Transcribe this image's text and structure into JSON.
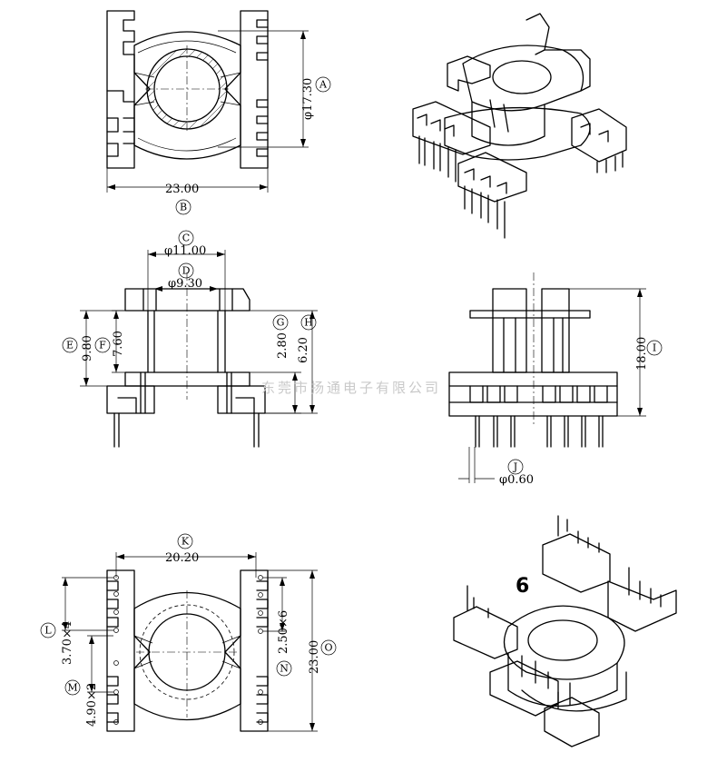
{
  "dimensions": {
    "A": {
      "tag": "A",
      "text": "φ17.30"
    },
    "B": {
      "tag": "B",
      "text": "23.00"
    },
    "C": {
      "tag": "C",
      "text": "φ11.00"
    },
    "D": {
      "tag": "D",
      "text": "φ9.30"
    },
    "E": {
      "tag": "E",
      "text": "9.80"
    },
    "F": {
      "tag": "F",
      "text": "7.60"
    },
    "G": {
      "tag": "G",
      "text": "2.80"
    },
    "H": {
      "tag": "H",
      "text": "6.20"
    },
    "I": {
      "tag": "I",
      "text": "18.00"
    },
    "J": {
      "tag": "J",
      "text": "φ0.60"
    },
    "K": {
      "tag": "K",
      "text": "20.20"
    },
    "L": {
      "tag": "L",
      "text": "3.70×4"
    },
    "M": {
      "tag": "M",
      "text": "4.90×2"
    },
    "N": {
      "tag": "N",
      "text": "2.50×6"
    },
    "O": {
      "tag": "O",
      "text": "23.00"
    }
  },
  "pin_count_label": "6",
  "watermark": "东莞市扬通电子有限公司"
}
